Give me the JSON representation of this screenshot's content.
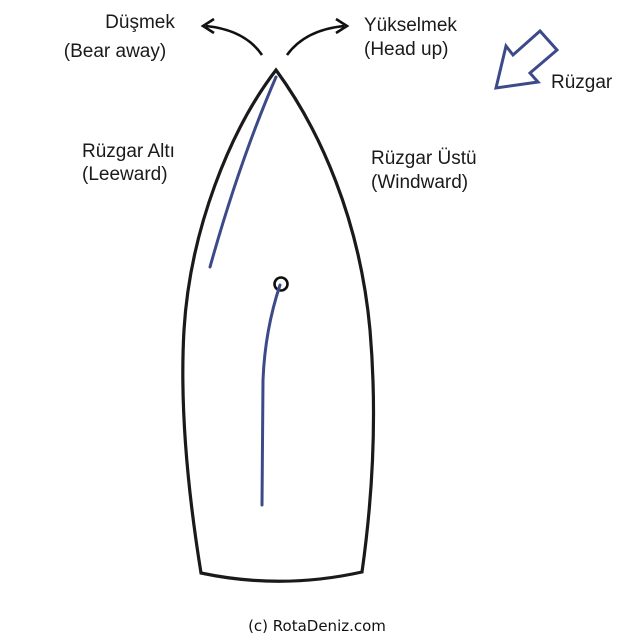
{
  "labels": {
    "bear_away_tr": "Düşmek",
    "bear_away_en": "(Bear away)",
    "head_up_tr": "Yükselmek",
    "head_up_en": "(Head up)",
    "wind": "Rüzgar",
    "leeward_tr": "Rüzgar Altı",
    "leeward_en": "(Leeward)",
    "windward_tr": "Rüzgar Üstü",
    "windward_en": "(Windward)"
  },
  "credit": "(c) RotaDeniz.com",
  "colors": {
    "hull": "#1a1a1a",
    "sail": "#3d4a8a",
    "wind_arrow": "#3d4a8a",
    "text": "#1a1a1a",
    "background": "#ffffff"
  }
}
